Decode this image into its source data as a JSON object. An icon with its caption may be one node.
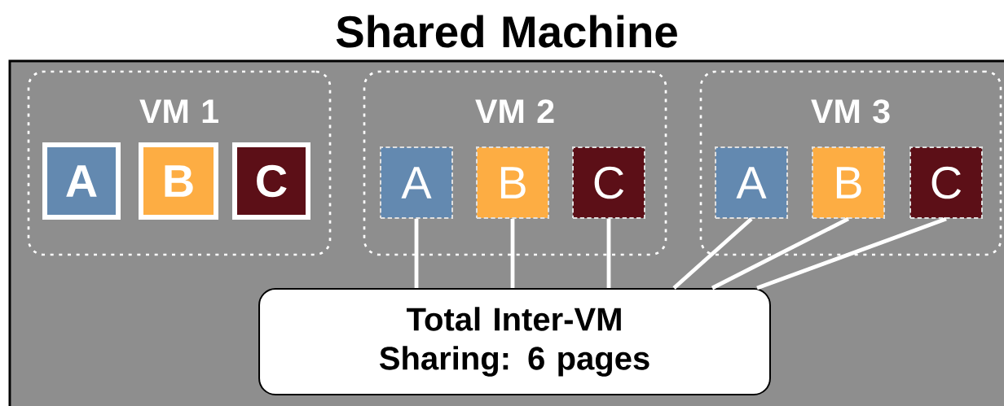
{
  "diagram": {
    "nodes": [
      {
        "text": [
          "Shared Machine"
        ]
      },
      {
        "text": [
          "VM 1"
        ],
        "in": 0
      },
      {
        "text": [
          "A"
        ],
        "in": 1
      },
      {
        "text": [
          "B"
        ],
        "in": 1
      },
      {
        "text": [
          "C"
        ],
        "in": 1
      },
      {
        "text": [
          "VM 2"
        ],
        "in": 0
      },
      {
        "text": [
          "A"
        ],
        "in": 5
      },
      {
        "text": [
          "B"
        ],
        "in": 5
      },
      {
        "text": [
          "C"
        ],
        "in": 5
      },
      {
        "text": [
          "VM 3"
        ],
        "in": 0
      },
      {
        "text": [
          "A"
        ],
        "in": 9
      },
      {
        "text": [
          "B"
        ],
        "in": 9
      },
      {
        "text": [
          "C"
        ],
        "in": 9
      },
      {
        "text": [
          "Total Inter-VM Sharing: 6 pages"
        ],
        "in": 0
      }
    ],
    "edges": [
      {
        "from": 6,
        "to": 13,
        "arrow": "none"
      },
      {
        "from": 7,
        "to": 13,
        "arrow": "none"
      },
      {
        "from": 8,
        "to": 13,
        "arrow": "none"
      },
      {
        "from": 10,
        "to": 13,
        "arrow": "none"
      },
      {
        "from": 11,
        "to": 13,
        "arrow": "none"
      },
      {
        "from": 12,
        "to": 13,
        "arrow": "none"
      }
    ]
  }
}
